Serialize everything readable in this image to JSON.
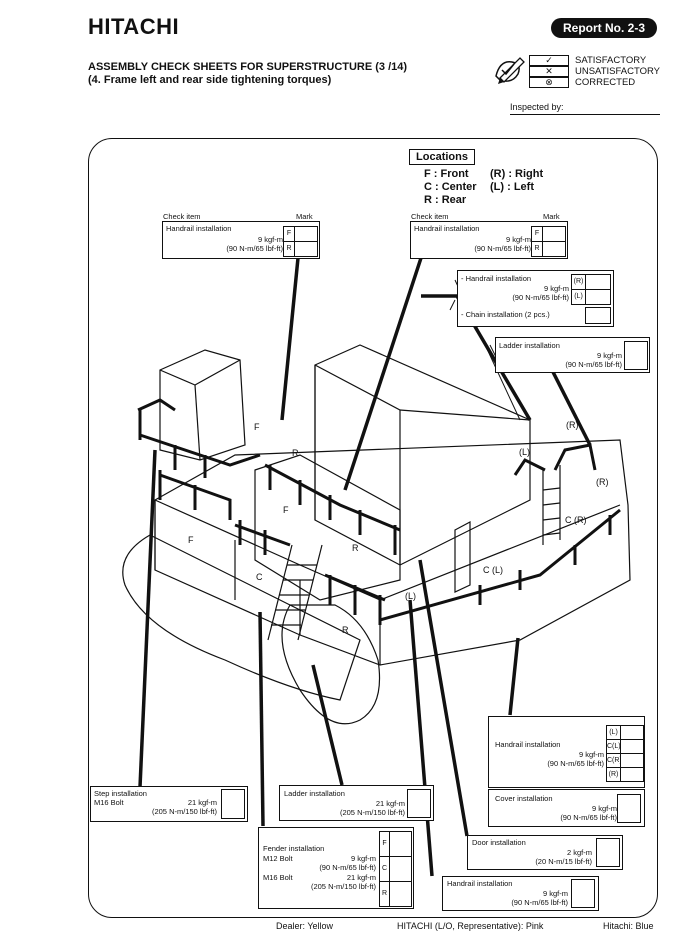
{
  "header": {
    "brand": "HITACHI",
    "report": "Report No. 2-3",
    "title": "ASSEMBLY CHECK SHEETS FOR SUPERSTRUCTURE (3 /14)",
    "subtitle": "(4. Frame left and rear side tightening torques)",
    "legend": [
      {
        "symbol": "✓",
        "label": "SATISFACTORY"
      },
      {
        "symbol": "✕",
        "label": "UNSATISFACTORY"
      },
      {
        "symbol": "⊗",
        "label": "CORRECTED"
      }
    ],
    "inspected_by": "Inspected by:"
  },
  "locations": {
    "title": "Locations",
    "lines": [
      "F : Front",
      "(R) : Right",
      "C : Center",
      "(L) : Left",
      "R : Rear"
    ]
  },
  "labels": {
    "check_item": "Check item",
    "mark": "Mark"
  },
  "boxes": {
    "handrail_left": {
      "title": "Handrail installation",
      "torque": "9 kgf-m",
      "conv": "(90 N-m/65 lbf-ft)",
      "marks": [
        "F",
        "R"
      ]
    },
    "handrail_center": {
      "title": "Handrail installation",
      "torque": "9 kgf-m",
      "conv": "(90 N-m/65 lbf-ft)",
      "marks": [
        "F",
        "R"
      ]
    },
    "handrail_rl": {
      "title": "- Handrail installation",
      "torque": "9 kgf-m",
      "conv": "(90 N-m/65 lbf-ft)",
      "marks": [
        "(R)",
        "(L)"
      ],
      "chain": "- Chain installation (2 pcs.)"
    },
    "ladder_top": {
      "title": "Ladder installation",
      "torque": "9 kgf-m",
      "conv": "(90 N-m/65 lbf-ft)"
    },
    "handrail_right": {
      "title": "Handrail installation",
      "torque": "9 kgf-m",
      "conv": "(90 N-m/65 lbf-ft)",
      "marks": [
        "(L)",
        "C(L)",
        "C(R)",
        "(R)"
      ]
    },
    "cover": {
      "title": "Cover installation",
      "torque": "9 kgf-m",
      "conv": "(90 N-m/65 lbf-ft)"
    },
    "door": {
      "title": "Door installation",
      "torque": "2 kgf-m",
      "conv": "(20 N-m/15 lbf-ft)"
    },
    "handrail_bottom": {
      "title": "Handrail installation",
      "torque": "9 kgf-m",
      "conv": "(90 N-m/65 lbf-ft)"
    },
    "step": {
      "title": "Step installation",
      "bolt": "M16 Bolt",
      "torque": "21 kgf-m",
      "conv": "(205 N-m/150 lbf-ft)"
    },
    "ladder_bottom": {
      "title": "Ladder installation",
      "torque": "21 kgf-m",
      "conv": "(205 N-m/150 lbf-ft)"
    },
    "fender": {
      "title": "Fender installation",
      "bolt1": "M12 Bolt",
      "torque1": "9 kgf-m",
      "conv1": "(90 N-m/65 lbf-ft)",
      "bolt2": "M16 Bolt",
      "torque2": "21 kgf-m",
      "conv2": "(205 N-m/150 lbf-ft)",
      "marks": [
        "F",
        "C",
        "R"
      ]
    }
  },
  "diagram_labels": {
    "F": "F",
    "R": "R",
    "C": "C",
    "L": "(L)",
    "RR": "(R)",
    "CL": "C (L)",
    "CR": "C (R)"
  },
  "footer": {
    "dealer": "Dealer: Yellow",
    "hitachi_rep": "HITACHI (L/O, Representative): Pink",
    "hitachi": "Hitachi: Blue"
  }
}
